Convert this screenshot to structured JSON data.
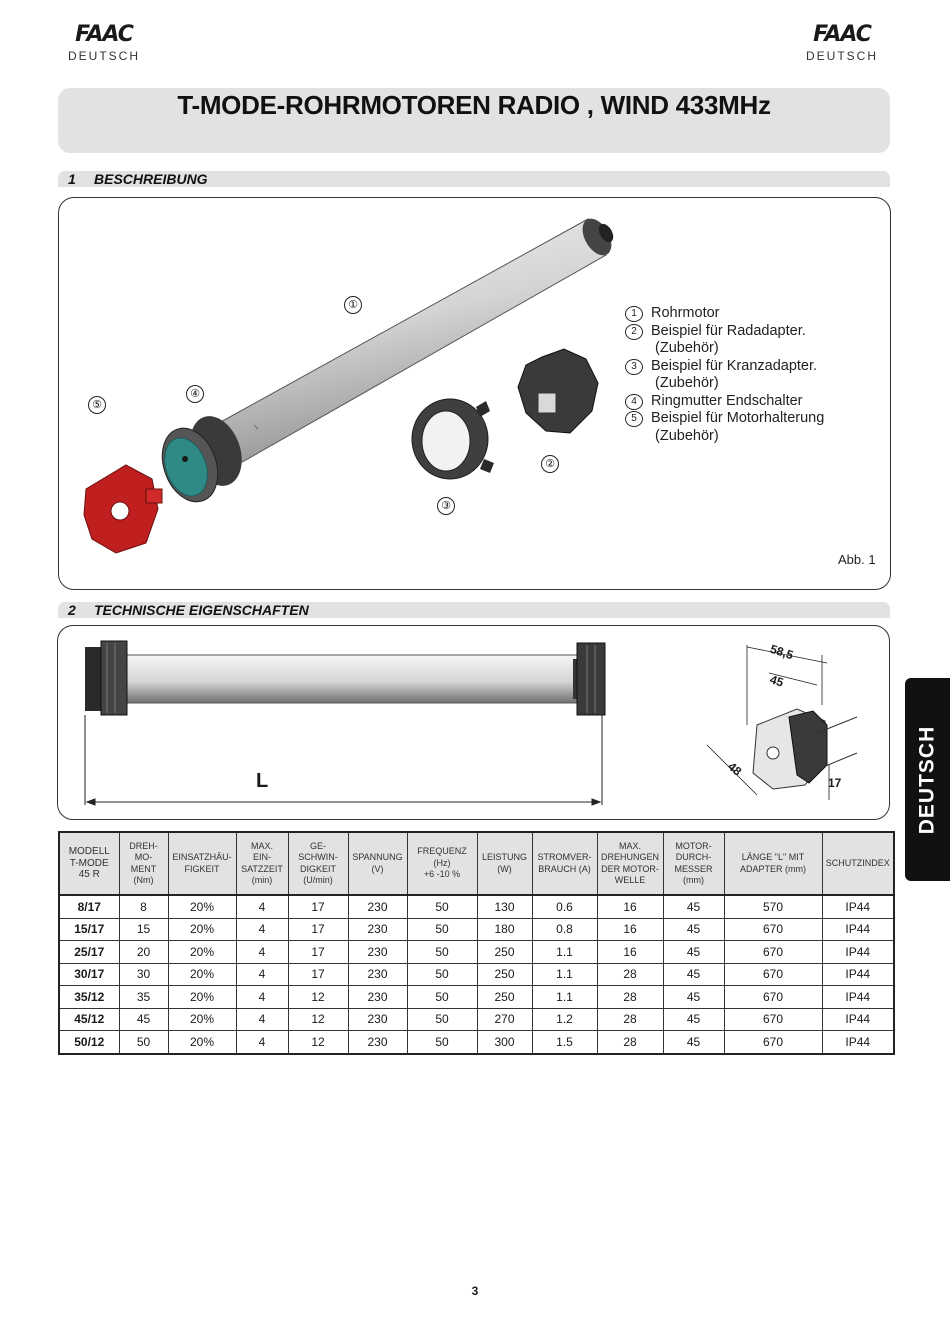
{
  "header": {
    "brand": "FAAC",
    "language": "DEUTSCH"
  },
  "title": "T-MODE-ROHRMOTOREN RADIO , WIND 433MHz",
  "section1": {
    "number": "1",
    "title": "BESCHREIBUNG",
    "callouts": [
      "①",
      "②",
      "③",
      "④",
      "⑤"
    ],
    "legend": [
      {
        "mark": "1",
        "text": "Rohrmotor"
      },
      {
        "mark": "2",
        "text": "Beispiel für Radadapter.\n (Zubehör)"
      },
      {
        "mark": "3",
        "text": "Beispiel für Kranzadapter.\n (Zubehör)"
      },
      {
        "mark": "4",
        "text": "Ringmutter Endschalter"
      },
      {
        "mark": "5",
        "text": "Beispiel für Motorhalterung\n (Zubehör)"
      }
    ],
    "figure_caption": "Abb. 1"
  },
  "section2": {
    "number": "2",
    "title": "TECHNISCHE EIGENSCHAFTEN",
    "length_label": "L",
    "dimensions": {
      "d1": "58,5",
      "d2": "45",
      "d3": "48",
      "d4": "17"
    }
  },
  "side_tab": "DEUTSCH",
  "table": {
    "headers": [
      "MODELL\nT-MODE\n45 R",
      "DREH-\nMO-\nMENT\n(Nm)",
      "EINSATZHÄU-\nFIGKEIT",
      "MAX.\nEIN-\nSATZZEIT\n(min)",
      "GE-\nSCHWIN-\nDIGKEIT\n(U/min)",
      "SPANNUNG\n(V)",
      "FREQUENZ\n(Hz)\n+6 -10 %",
      "LEISTUNG\n(W)",
      "STROMVER-\nBRAUCH (A)",
      "MAX.\nDREHUNGEN\nDER MOTOR-\nWELLE",
      "MOTOR-\nDURCH-\nMESSER\n(mm)",
      "LÄNGE \"L\" MIT\nADAPTER (mm)",
      "SCHUTZINDEX"
    ],
    "rows": [
      [
        "8/17",
        "8",
        "20%",
        "4",
        "17",
        "230",
        "50",
        "130",
        "0.6",
        "16",
        "45",
        "570",
        "IP44"
      ],
      [
        "15/17",
        "15",
        "20%",
        "4",
        "17",
        "230",
        "50",
        "180",
        "0.8",
        "16",
        "45",
        "670",
        "IP44"
      ],
      [
        "25/17",
        "20",
        "20%",
        "4",
        "17",
        "230",
        "50",
        "250",
        "1.1",
        "16",
        "45",
        "670",
        "IP44"
      ],
      [
        "30/17",
        "30",
        "20%",
        "4",
        "17",
        "230",
        "50",
        "250",
        "1.1",
        "28",
        "45",
        "670",
        "IP44"
      ],
      [
        "35/12",
        "35",
        "20%",
        "4",
        "12",
        "230",
        "50",
        "250",
        "1.1",
        "28",
        "45",
        "670",
        "IP44"
      ],
      [
        "45/12",
        "45",
        "20%",
        "4",
        "12",
        "230",
        "50",
        "270",
        "1.2",
        "28",
        "45",
        "670",
        "IP44"
      ],
      [
        "50/12",
        "50",
        "20%",
        "4",
        "12",
        "230",
        "50",
        "300",
        "1.5",
        "28",
        "45",
        "670",
        "IP44"
      ]
    ]
  },
  "page_number": "3",
  "colors": {
    "panel_gray": "#e2e2e2",
    "adapter_teal": "#2f8a86",
    "bracket_red": "#c01f1f",
    "tab_black": "#111111"
  }
}
